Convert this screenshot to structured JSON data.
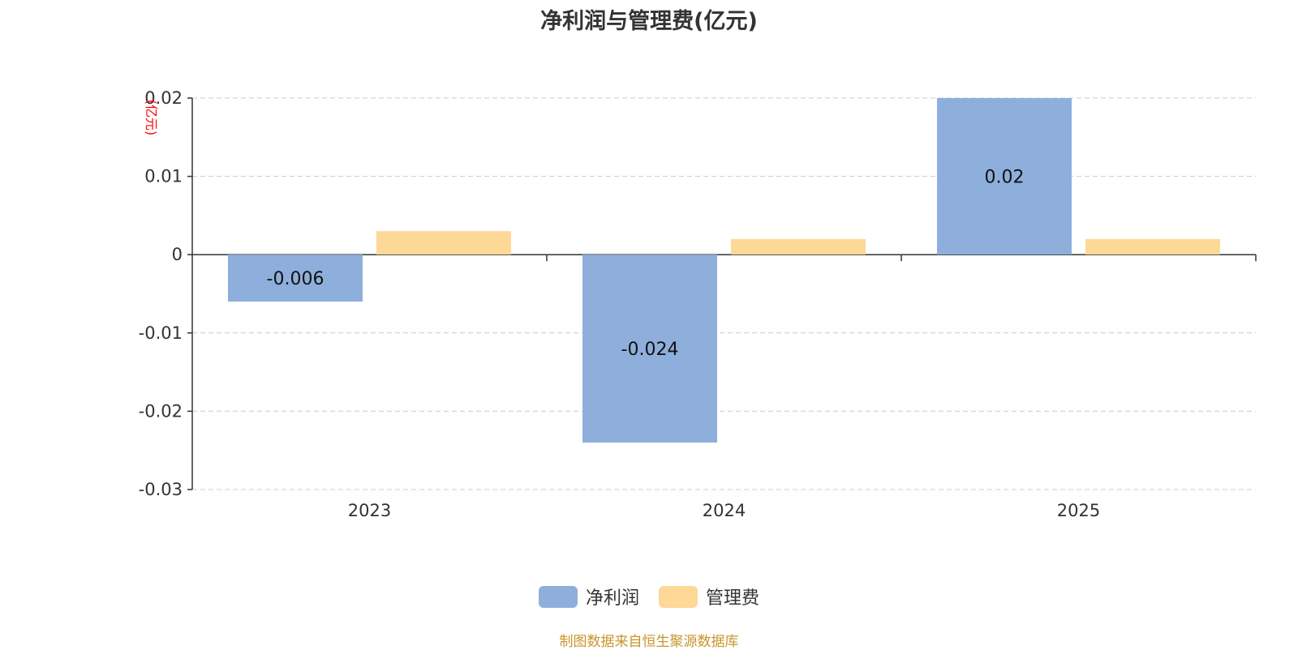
{
  "colors": {
    "net_profit": "#8eafdb",
    "admin_expense": "#fed897",
    "unit_label": "#ff0000",
    "source_text": "#c8952a",
    "grid": "#cccccc",
    "axis": "#333333"
  },
  "legend": {
    "items": [
      {
        "label": "净利润",
        "color": "#8eafdb"
      },
      {
        "label": "管理费",
        "color": "#fed897"
      }
    ]
  },
  "footer": {
    "source": "制图数据来自恒生聚源数据库"
  },
  "chart_data": {
    "type": "bar",
    "title": "净利润与管理费(亿元)",
    "ylabel": "(亿元)",
    "categories": [
      "2023",
      "2024",
      "2025"
    ],
    "ylim": [
      -0.03,
      0.02
    ],
    "yticks": [
      0.02,
      0.01,
      0,
      -0.01,
      -0.02,
      -0.03
    ],
    "ytick_labels": [
      "0.02",
      "0.01",
      "0",
      "-0.01",
      "-0.02",
      "-0.03"
    ],
    "grid": true,
    "legend_position": "bottom-center",
    "series": [
      {
        "name": "净利润",
        "values": [
          -0.006,
          -0.024,
          0.02
        ],
        "labels": [
          "-0.006",
          "-0.024",
          "0.02"
        ],
        "color": "#8eafdb"
      },
      {
        "name": "管理费",
        "values": [
          0.003,
          0.002,
          0.002
        ],
        "labels": [
          "",
          "",
          ""
        ],
        "color": "#fed897"
      }
    ]
  }
}
